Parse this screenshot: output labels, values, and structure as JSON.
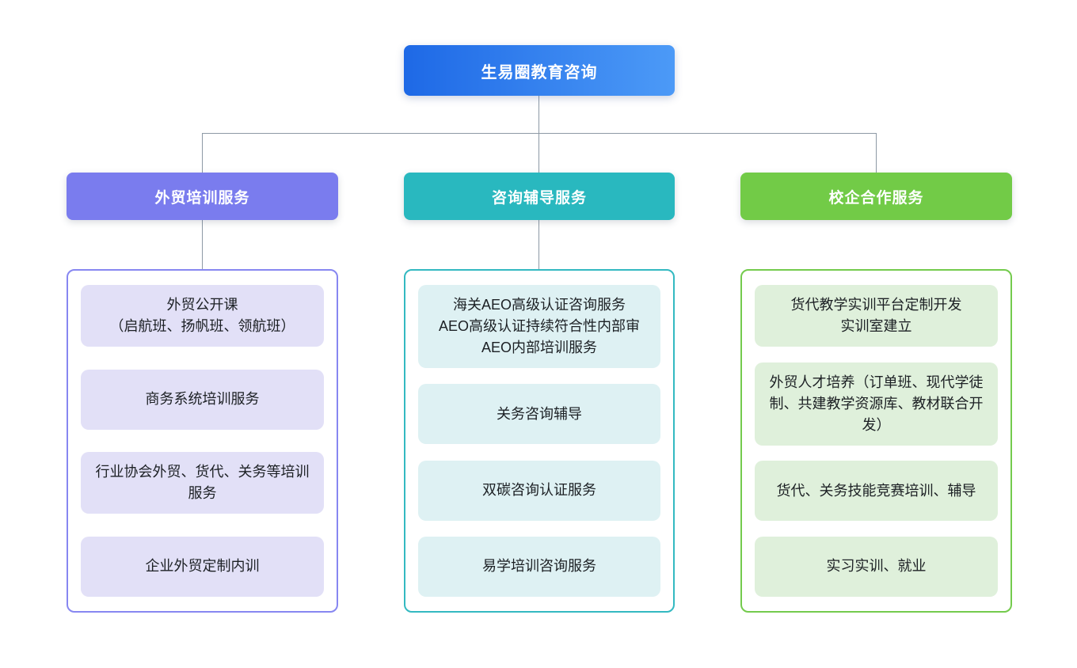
{
  "root": {
    "label": "生易圈教育咨询",
    "gradient_start": "#1E69E6",
    "gradient_end": "#4C9AF7",
    "gradient_css": "linear-gradient(90deg,#1E69E6,#4C9AF7)",
    "text_color": "#FFFFFF"
  },
  "connectors": {
    "color": "#8D99A5"
  },
  "branches": [
    {
      "label": "外贸培训服务",
      "header_color": "#7A7CEE",
      "panel_border": "#8787F1",
      "item_bg": "#E2E0F7",
      "items": [
        "外贸公开课\n（启航班、扬帆班、领航班）",
        "商务系统培训服务",
        "行业协会外贸、货代、关务等培训服务",
        "企业外贸定制内训"
      ]
    },
    {
      "label": "咨询辅导服务",
      "header_color": "#29B8BF",
      "panel_border": "#33B9C1",
      "item_bg": "#DEF1F3",
      "items": [
        "海关AEO高级认证咨询服务\nAEO高级认证持续符合性内部审\nAEO内部培训服务",
        "关务咨询辅导",
        "双碳咨询认证服务",
        "易学培训咨询服务"
      ]
    },
    {
      "label": "校企合作服务",
      "header_color": "#72CB47",
      "panel_border": "#74CB4D",
      "item_bg": "#DFF0DB",
      "items": [
        "货代教学实训平台定制开发\n实训室建立",
        "外贸人才培养（订单班、现代学徒制、共建教学资源库、教材联合开发）",
        "货代、关务技能竞赛培训、辅导",
        "实习实训、就业"
      ]
    }
  ]
}
